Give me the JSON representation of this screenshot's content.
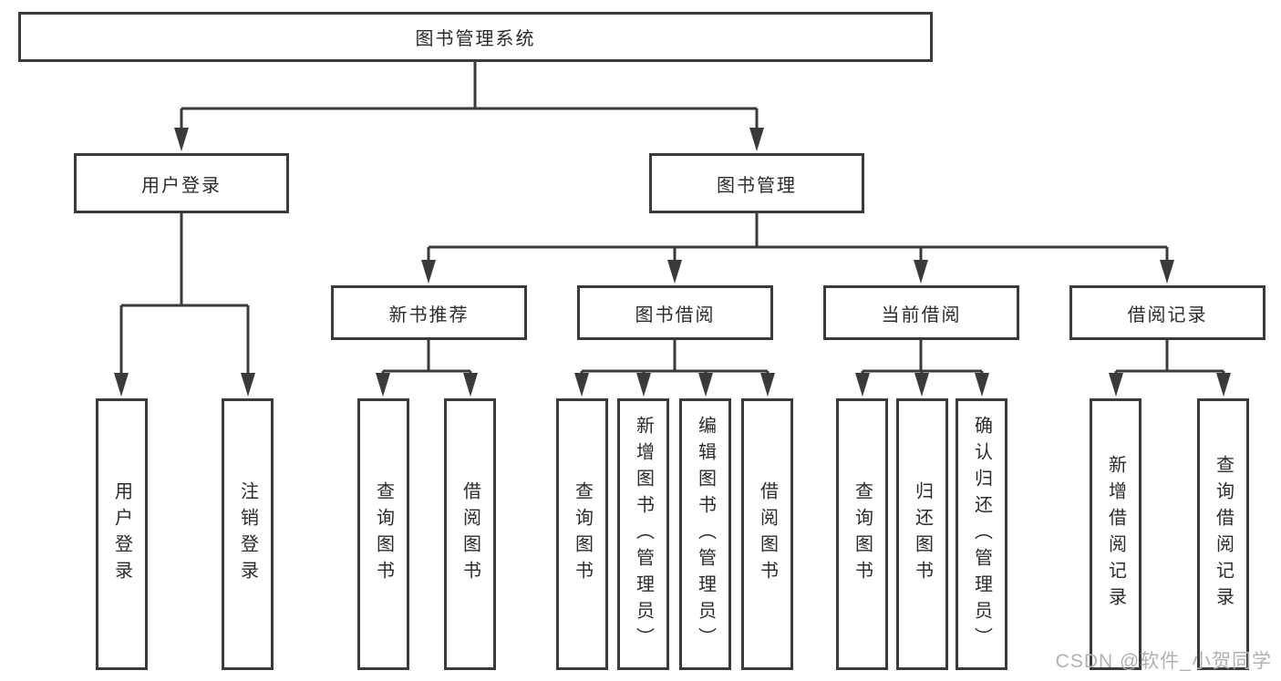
{
  "diagram": {
    "root": {
      "label": "图书管理系统"
    },
    "level2": {
      "user_login": {
        "label": "用户登录"
      },
      "book_mgmt": {
        "label": "图书管理"
      }
    },
    "level3": {
      "new_book_rec": {
        "label": "新书推荐"
      },
      "book_borrow": {
        "label": "图书借阅"
      },
      "current_borrow": {
        "label": "当前借阅"
      },
      "borrow_records": {
        "label": "借阅记录"
      }
    },
    "leaves": {
      "user_login": {
        "label": "用户登录"
      },
      "logout": {
        "label": "注销登录"
      },
      "rec_query_book": {
        "label": "查询图书"
      },
      "rec_borrow_book": {
        "label": "借阅图书"
      },
      "bb_query_book": {
        "label": "查询图书"
      },
      "bb_add_book": {
        "label": "新增图书（管理员）"
      },
      "bb_edit_book": {
        "label": "编辑图书（管理员）"
      },
      "bb_borrow_book": {
        "label": "借阅图书"
      },
      "cb_query_book": {
        "label": "查询图书"
      },
      "cb_return_book": {
        "label": "归还图书"
      },
      "cb_confirm_return": {
        "label": "确认归还（管理员）"
      },
      "br_add_record": {
        "label": "新增借阅记录"
      },
      "br_query_record": {
        "label": "查询借阅记录"
      }
    }
  },
  "watermark": {
    "text": "CSDN @软件_小贺同学"
  },
  "colors": {
    "line": "#3a3a3a",
    "box_border": "#3a3a3a",
    "box_fill": "#ffffff",
    "text": "#2b2b2b",
    "watermark": "#b0b0b0",
    "background": "#ffffff"
  }
}
